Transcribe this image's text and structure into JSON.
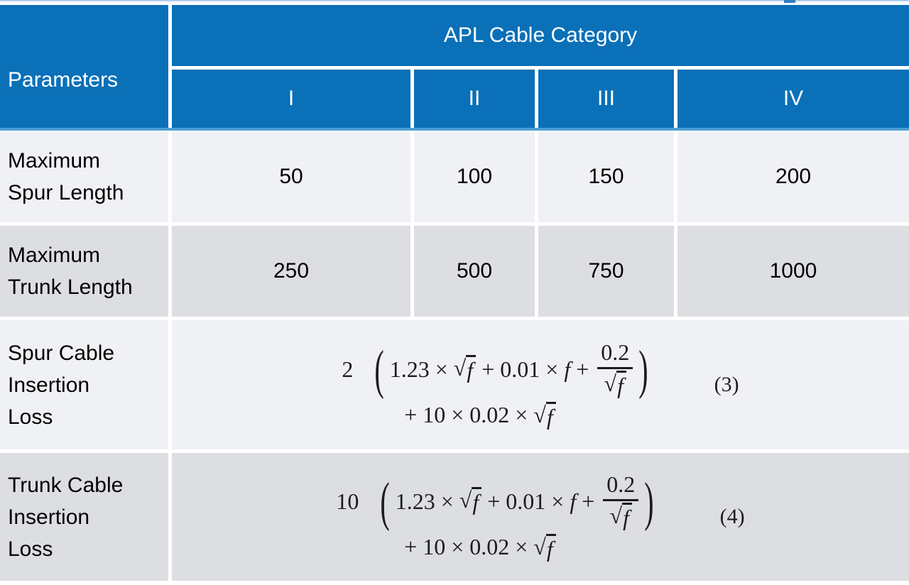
{
  "table": {
    "header": {
      "parameters_label": "Parameters",
      "category_label": "APL Cable Category",
      "columns": [
        "I",
        "II",
        "III",
        "IV"
      ]
    },
    "rows": [
      {
        "label": "Maximum Spur Length",
        "values": [
          "50",
          "100",
          "150",
          "200"
        ]
      },
      {
        "label": "Maximum Trunk Length",
        "values": [
          "250",
          "500",
          "750",
          "1000"
        ]
      },
      {
        "label": "Spur Cable Insertion Loss",
        "formula": {
          "coefficient": "2",
          "t1": "1.23 ×",
          "sqrt1": "f",
          "t2": "+ 0.01 ×",
          "var1": "f",
          "t3": "+",
          "frac_num": "0.2",
          "frac_den": "f",
          "line2": "+ 10 × 0.02 ×",
          "sqrt2": "f",
          "eq_no": "(3)"
        }
      },
      {
        "label": "Trunk Cable Insertion Loss",
        "formula": {
          "coefficient": "10",
          "t1": "1.23 ×",
          "sqrt1": "f",
          "t2": "+ 0.01 ×",
          "var1": "f",
          "t3": "+",
          "frac_num": "0.2",
          "frac_den": "f",
          "line2": "+ 10 × 0.02 ×",
          "sqrt2": "f",
          "eq_no": "(4)"
        }
      }
    ],
    "colors": {
      "header_bg": "#0a70b8",
      "header_text": "#ffffff",
      "row_light": "#f0f1f4",
      "row_dark": "#dcdee2",
      "divider_blue": "#4d9dd6",
      "top_hairline": "#b3cfe9"
    }
  }
}
